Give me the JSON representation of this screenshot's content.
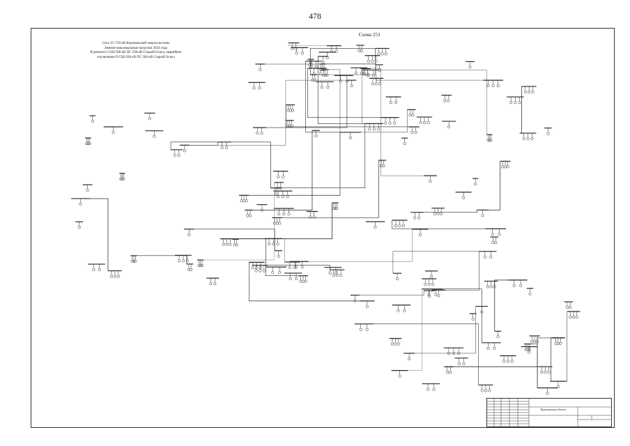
{
  "page_number": "478",
  "scheme_title": "Схема 253",
  "caption": {
    "lines": [
      "Сеть 35–750 кВ Воронежской энергосистемы",
      "Зимние максимальные нагрузки 2024 года",
      "В ремонте I СШ-500 кВ ПС 500 кВ Старый Оскол, аварийное",
      "отключение II СШ-500 кВ ПС 500 кВ Старый Оскол"
    ]
  },
  "title_block": {
    "region": "Воронежская область"
  },
  "colors": {
    "line": "#2a2a2a",
    "paper": "#ffffff"
  }
}
